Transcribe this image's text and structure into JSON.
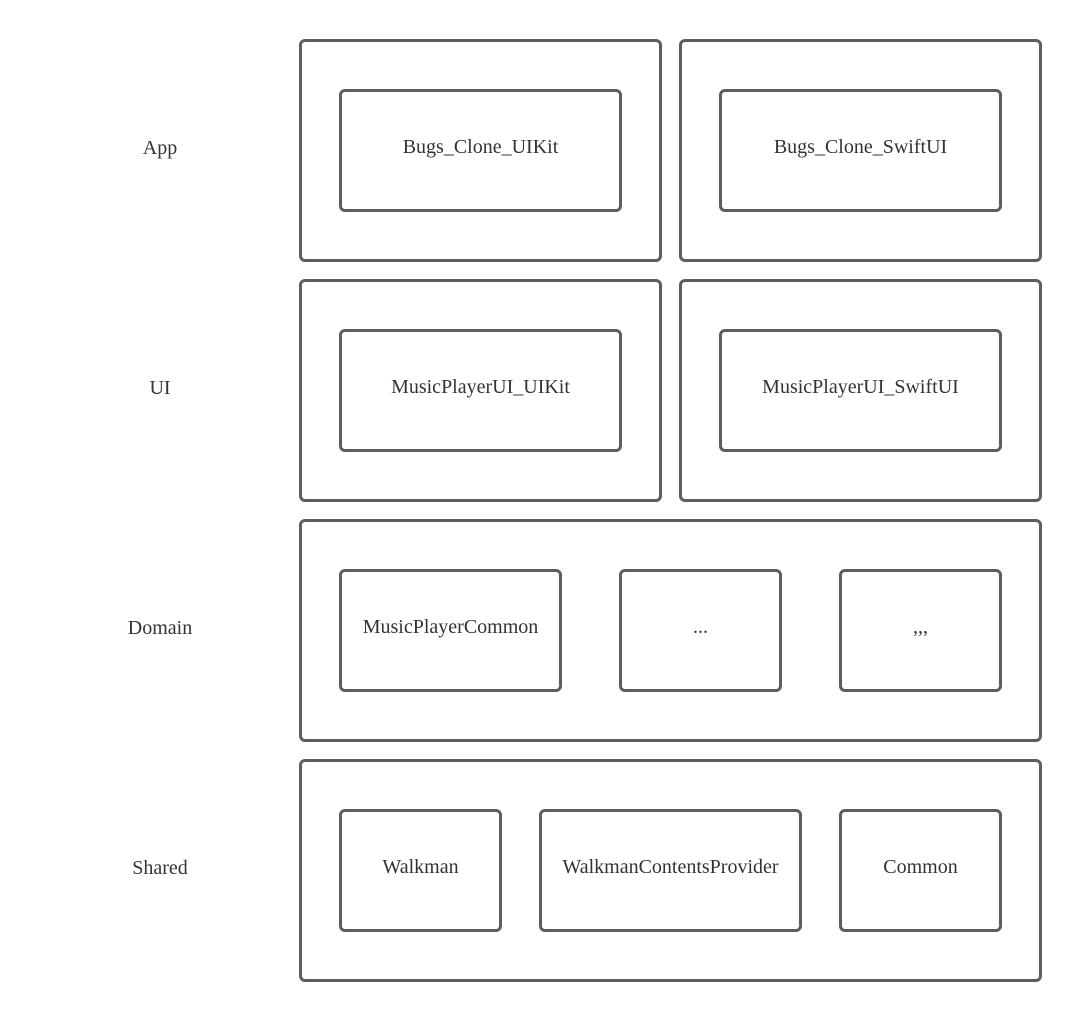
{
  "layers": {
    "app": {
      "label": "App",
      "modules": [
        "Bugs_Clone_UIKit",
        "Bugs_Clone_SwiftUI"
      ]
    },
    "ui": {
      "label": "UI",
      "modules": [
        "MusicPlayerUI_UIKit",
        "MusicPlayerUI_SwiftUI"
      ]
    },
    "domain": {
      "label": "Domain",
      "modules": [
        "MusicPlayerCommon",
        "...",
        ",,,"
      ]
    },
    "shared": {
      "label": "Shared",
      "modules": [
        "Walkman",
        "WalkmanContentsProvider",
        "Common"
      ]
    }
  }
}
